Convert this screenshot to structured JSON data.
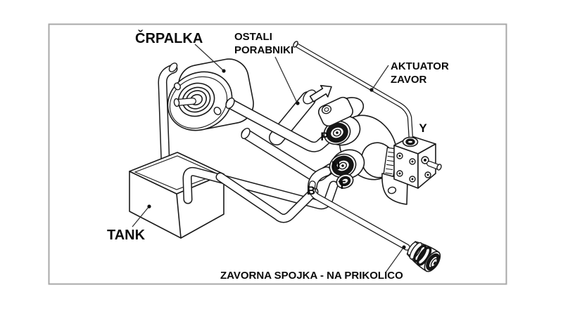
{
  "diagram": {
    "type": "hydraulic-brake-system-schematic",
    "colors": {
      "background": "#ffffff",
      "frame_border": "#a8a8a8",
      "line": "#1a1a1a",
      "text": "#0a0a0a"
    },
    "labels": {
      "pump": "ČRPALKA",
      "other_consumers": [
        "OSTALI",
        "PORABNIKI"
      ],
      "brake_actuator": [
        "AKTUATOR",
        "ZAVOR"
      ],
      "tank": "TANK",
      "brake_coupling": "ZAVORNA SPOJKA - NA PRIKOLICO"
    },
    "ports": {
      "p": "P",
      "n": "N",
      "b": "B",
      "t": "T",
      "y": "Y"
    }
  }
}
